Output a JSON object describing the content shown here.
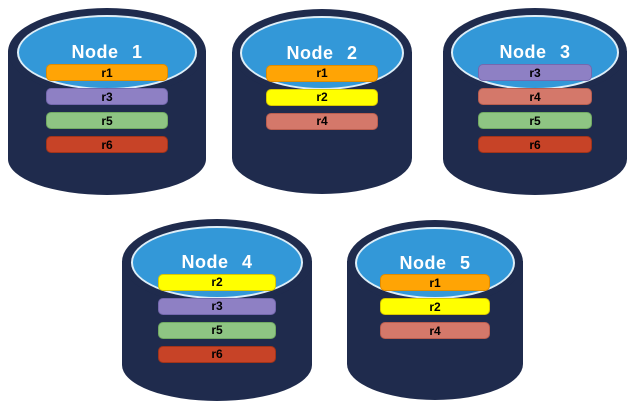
{
  "colors": {
    "background": "#FFFFFF",
    "cylinder_body": "#1F2B4D",
    "cylinder_cap": "#3398D8",
    "cap_ring": "#DDEEF8",
    "node_label_text": "#FFFFFF",
    "bar_label_text": "#000000"
  },
  "partition_styles": {
    "r1": {
      "fill": "#FFA405",
      "border": "#E08C00"
    },
    "r2": {
      "fill": "#FFFF00",
      "border": "#D9C700"
    },
    "r3": {
      "fill": "#8E80C4",
      "border": "#7468AE"
    },
    "r4": {
      "fill": "#D4786A",
      "border": "#BA5E4F"
    },
    "r5": {
      "fill": "#8EC583",
      "border": "#71AA63"
    },
    "r6": {
      "fill": "#C74327",
      "border": "#A1341A"
    }
  },
  "nodes": [
    {
      "label": "Node 1",
      "partitions": [
        "r1",
        "r3",
        "r5",
        "r6"
      ]
    },
    {
      "label": "Node 2",
      "partitions": [
        "r1",
        "r2",
        "r4"
      ]
    },
    {
      "label": "Node 3",
      "partitions": [
        "r3",
        "r4",
        "r5",
        "r6"
      ]
    },
    {
      "label": "Node 4",
      "partitions": [
        "r2",
        "r3",
        "r5",
        "r6"
      ]
    },
    {
      "label": "Node 5",
      "partitions": [
        "r1",
        "r2",
        "r4"
      ]
    }
  ]
}
